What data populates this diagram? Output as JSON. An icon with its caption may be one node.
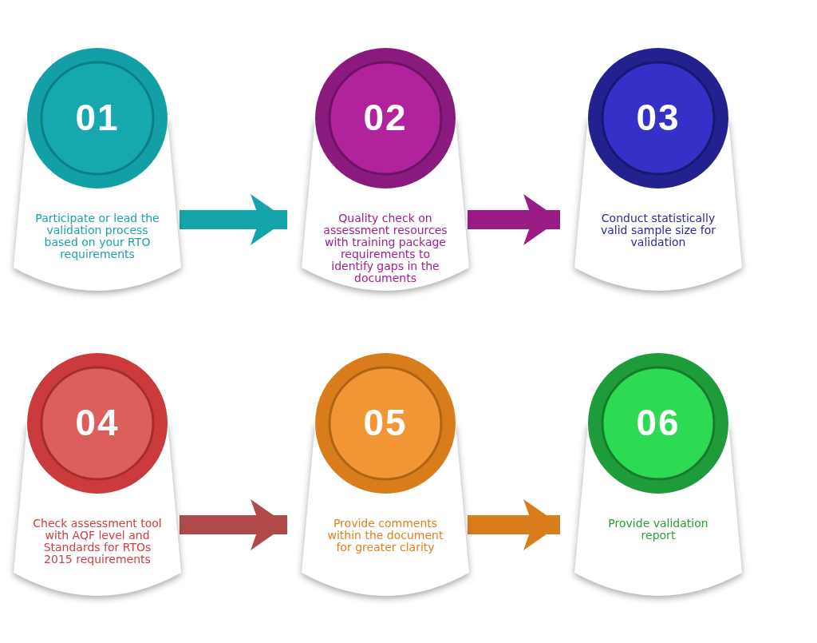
{
  "diagram": {
    "nodes": [
      {
        "text": [
          "01",
          "Participate or lead the validation process based on your RTO requirements"
        ]
      },
      {
        "text": [
          "02",
          "Quality check on assessment resources with training package requirements to identify gaps in the documents"
        ]
      },
      {
        "text": [
          "03",
          "Conduct statistically valid sample size for validation"
        ]
      },
      {
        "text": [
          "04",
          "Check assessment tool with AQF level and Standards for RTOs 2015 requirements"
        ]
      },
      {
        "text": [
          "05",
          "Provide comments within the document for greater clarity"
        ]
      },
      {
        "text": [
          "06",
          "Provide validation report"
        ]
      }
    ],
    "edges": [
      {
        "from": 0,
        "to": 1,
        "arrow": "to",
        "color": "#14a5ab"
      },
      {
        "from": 1,
        "to": 2,
        "arrow": "to",
        "color": "#9a1c85"
      },
      {
        "from": 3,
        "to": 4,
        "arrow": "to",
        "color": "#b04a4a"
      },
      {
        "from": 4,
        "to": 5,
        "arrow": "to",
        "color": "#d97c1c"
      }
    ]
  }
}
